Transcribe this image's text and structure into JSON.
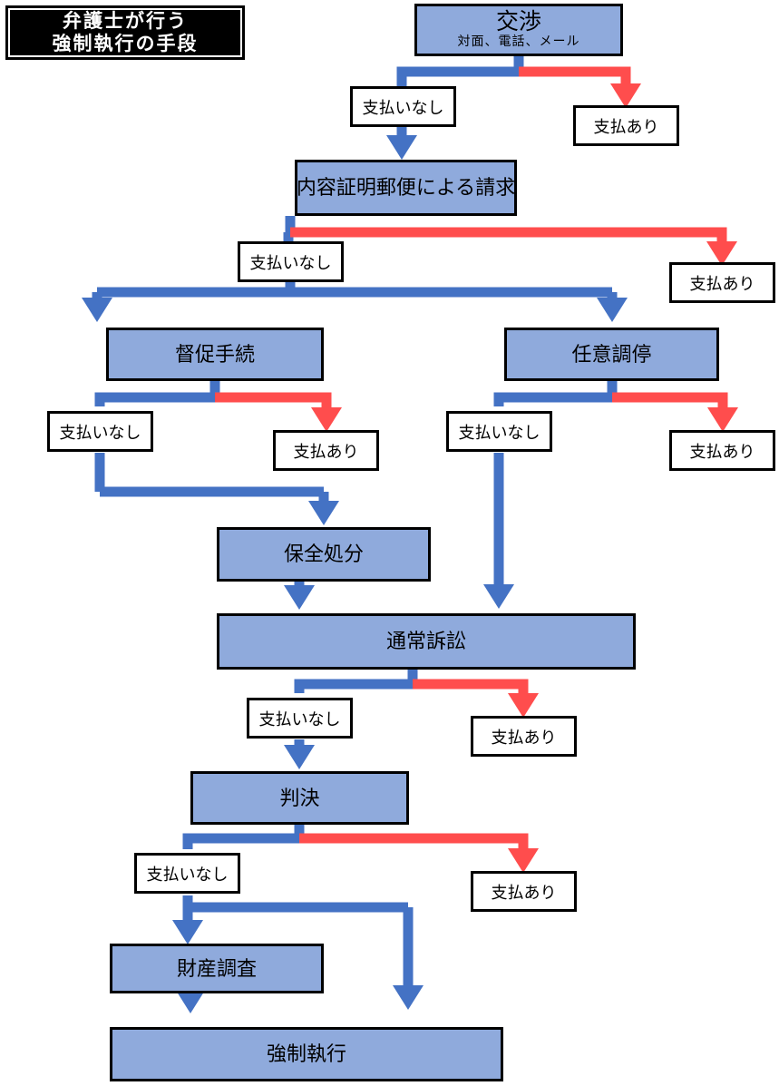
{
  "title": {
    "line1": "弁護士が行う",
    "line2": "強制執行の手段"
  },
  "colors": {
    "node_fill": "#8FAADC",
    "node_border": "#000000",
    "flow_blue": "#4472C4",
    "flow_red": "#FF4D4D",
    "tag_fill": "#FFFFFF",
    "title_fill": "#000000",
    "title_text": "#FFFFFF",
    "page_background": "#FFFFFF"
  },
  "nodes": [
    {
      "id": "negotiation",
      "label": "交渉",
      "sublabel": "対面、電話、メール"
    },
    {
      "id": "content-mail",
      "label": "内容証明郵便による請求",
      "sublabel": ""
    },
    {
      "id": "demand",
      "label": "督促手続",
      "sublabel": ""
    },
    {
      "id": "mediation",
      "label": "任意調停",
      "sublabel": ""
    },
    {
      "id": "preservation",
      "label": "保全処分",
      "sublabel": ""
    },
    {
      "id": "lawsuit",
      "label": "通常訴訟",
      "sublabel": ""
    },
    {
      "id": "judgment",
      "label": "判決",
      "sublabel": ""
    },
    {
      "id": "asset-search",
      "label": "財産調査",
      "sublabel": ""
    },
    {
      "id": "enforcement",
      "label": "強制執行",
      "sublabel": ""
    }
  ],
  "tags": [
    {
      "id": "unpaid-negotiation",
      "label": "支払いなし",
      "branch": "unpaid"
    },
    {
      "id": "paid-negotiation",
      "label": "支払あり",
      "branch": "paid"
    },
    {
      "id": "unpaid-content",
      "label": "支払いなし",
      "branch": "unpaid"
    },
    {
      "id": "paid-content",
      "label": "支払あり",
      "branch": "paid"
    },
    {
      "id": "unpaid-demand",
      "label": "支払いなし",
      "branch": "unpaid"
    },
    {
      "id": "paid-demand",
      "label": "支払あり",
      "branch": "paid"
    },
    {
      "id": "unpaid-mediation",
      "label": "支払いなし",
      "branch": "unpaid"
    },
    {
      "id": "paid-mediation",
      "label": "支払あり",
      "branch": "paid"
    },
    {
      "id": "unpaid-lawsuit",
      "label": "支払いなし",
      "branch": "unpaid"
    },
    {
      "id": "paid-lawsuit",
      "label": "支払あり",
      "branch": "paid"
    },
    {
      "id": "unpaid-judgment",
      "label": "支払いなし",
      "branch": "unpaid"
    },
    {
      "id": "paid-judgment",
      "label": "支払あり",
      "branch": "paid"
    }
  ]
}
